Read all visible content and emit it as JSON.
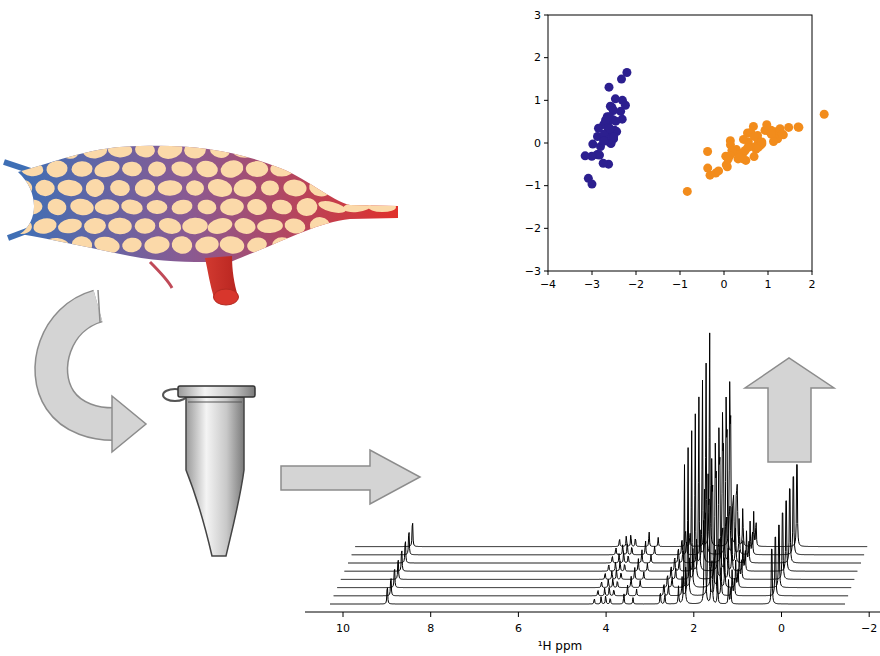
{
  "diagram": {
    "labels": [
      "3",
      "2",
      "1",
      "0",
      "−1",
      "−2",
      "−3",
      "−4",
      "−3",
      "−2",
      "−1",
      "0",
      "1",
      "2",
      "10",
      "8",
      "6",
      "4",
      "2",
      "0",
      "−2",
      "¹H ppm"
    ]
  }
}
